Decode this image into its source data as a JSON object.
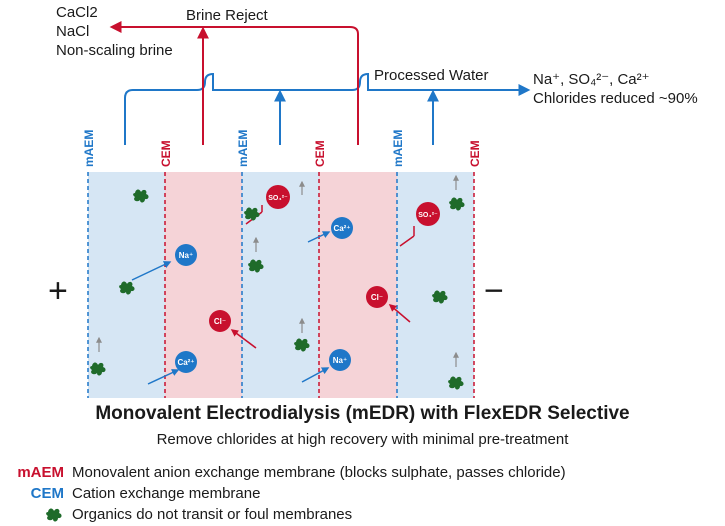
{
  "colors": {
    "red": "#c8102e",
    "blue": "#1f77c8",
    "aem_fill": "#d6e6f4",
    "cem_fill": "#f5d3d7",
    "organic": "#1f6b2a"
  },
  "top_left": {
    "line1": "CaCl2",
    "line2": "NaCl",
    "line3": "Non-scaling brine"
  },
  "brine_reject_label": "Brine Reject",
  "processed_water_label": "Processed Water",
  "product": {
    "line1": "Na⁺, SO₄²⁻, Ca²⁺",
    "line2": "Chlorides reduced ~90%"
  },
  "membranes": [
    "mAEM",
    "CEM",
    "mAEM",
    "CEM",
    "mAEM",
    "CEM"
  ],
  "electrodes": {
    "anode": "+",
    "cathode": "−"
  },
  "ions": {
    "na": "Na⁺",
    "ca": "Ca²⁺",
    "cl": "Cl⁻",
    "so4": "SO₄²⁻"
  },
  "title": "Monovalent Electrodialysis (mEDR) with FlexEDR Selective",
  "subtitle": "Remove chlorides at high recovery with minimal pre-treatment",
  "legend": [
    {
      "key": "mAEM",
      "text": "Monovalent anion exchange membrane (blocks sulphate, passes chloride)"
    },
    {
      "key": "CEM",
      "text": "Cation exchange membrane"
    },
    {
      "key": "organic-icon",
      "text": "Organics do not transit or foul membranes"
    }
  ]
}
